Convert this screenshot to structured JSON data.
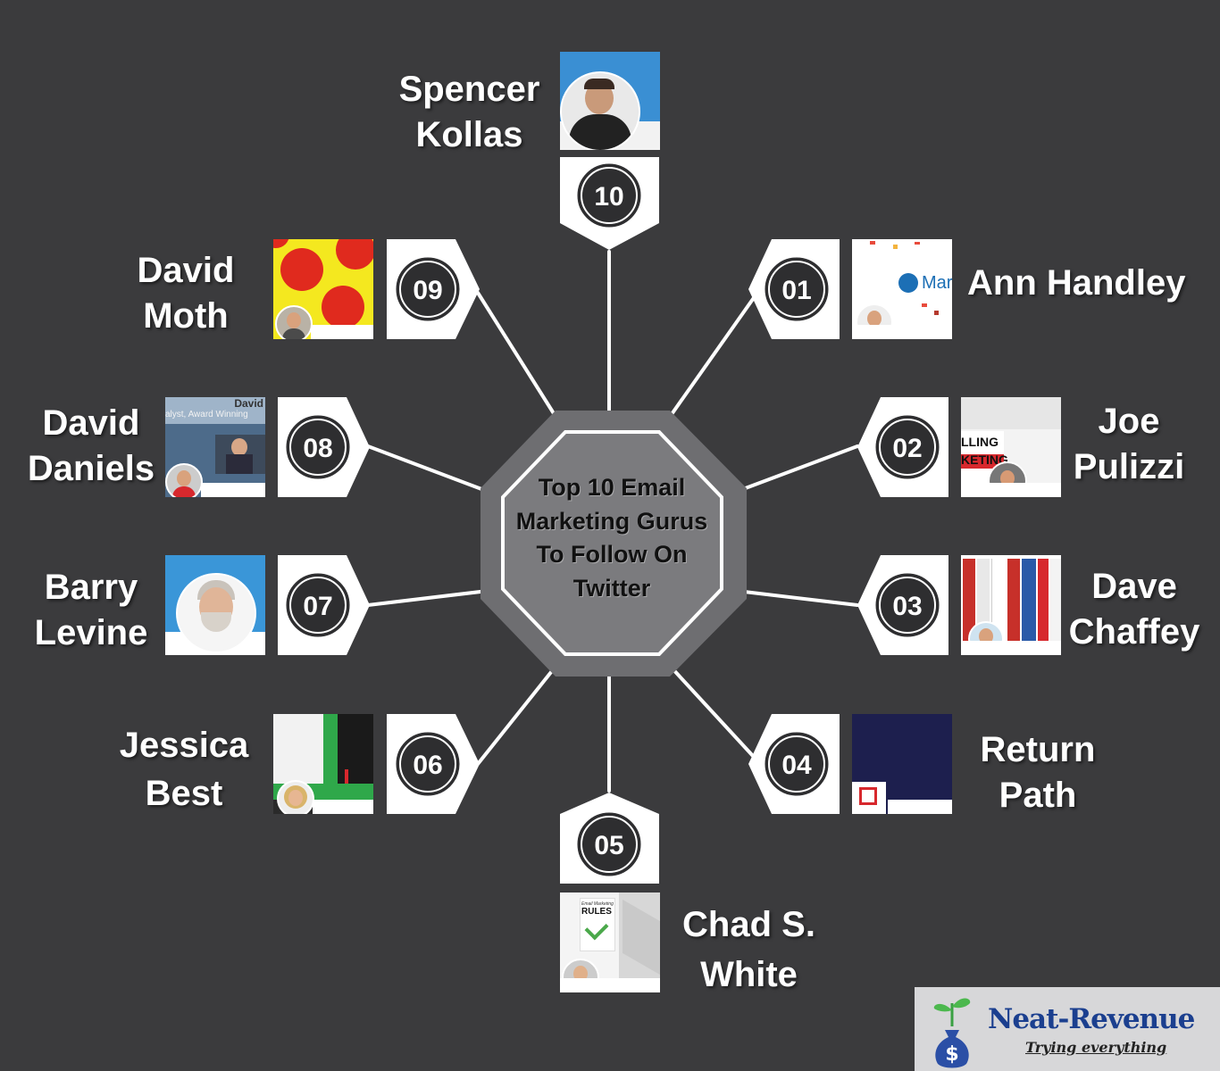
{
  "center": {
    "title": "Top 10 Email Marketing Gurus To Follow On Twitter"
  },
  "gurus": [
    {
      "rank": "01",
      "name_line1": "Ann Handley",
      "name_line2": ""
    },
    {
      "rank": "02",
      "name_line1": "Joe",
      "name_line2": "Pulizzi"
    },
    {
      "rank": "03",
      "name_line1": "Dave",
      "name_line2": "Chaffey"
    },
    {
      "rank": "04",
      "name_line1": "Return",
      "name_line2": "Path"
    },
    {
      "rank": "05",
      "name_line1": "Chad S.",
      "name_line2": "White"
    },
    {
      "rank": "06",
      "name_line1": "Jessica",
      "name_line2": "Best"
    },
    {
      "rank": "07",
      "name_line1": "Barry",
      "name_line2": "Levine"
    },
    {
      "rank": "08",
      "name_line1": "David",
      "name_line2": "Daniels"
    },
    {
      "rank": "09",
      "name_line1": "David",
      "name_line2": "Moth"
    },
    {
      "rank": "10",
      "name_line1": "Spencer",
      "name_line2": "Kollas"
    }
  ],
  "thumbnails": {
    "ann_handley_banner_text": "Mar",
    "joe_pulizzi_banner_text": "LLING\nKETING",
    "david_daniels_banner_text": "David",
    "david_daniels_banner_subtext": "alyst, Award Winning",
    "chad_white_book_title": "RULES",
    "chad_white_book_super": "Email Marketing"
  },
  "logo": {
    "brand": "Neat-Revenue",
    "tagline": "Trying everything"
  },
  "colors": {
    "background": "#3b3b3d",
    "octagon_outer": "#6e6e71",
    "octagon_inner": "#7b7b7e",
    "badge_ring": "#2e2e30",
    "spoke": "#ffffff"
  }
}
